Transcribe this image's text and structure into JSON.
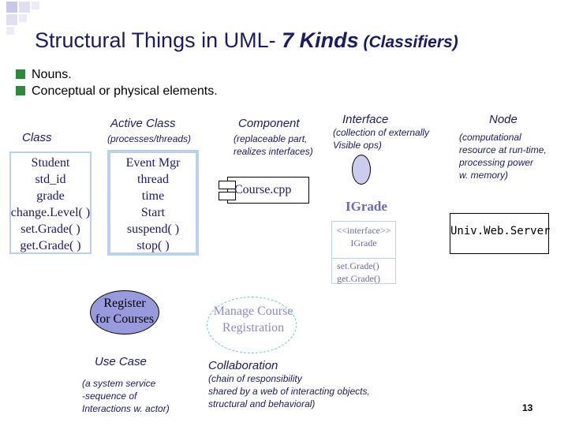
{
  "slide": {
    "title_main": "Structural Things in UML- ",
    "title_emph": "7 Kinds",
    "title_sub": " (Classifiers)",
    "bullets": [
      "Nouns.",
      "Conceptual or physical elements."
    ],
    "page_number": "13"
  },
  "class_section": {
    "label": "Class",
    "lines": [
      "Student",
      "std_id",
      "grade",
      "change.Level( )",
      "set.Grade( )",
      "get.Grade( )"
    ]
  },
  "active_class_section": {
    "label": "Active Class",
    "note": "(processes/threads)",
    "lines": [
      "Event Mgr",
      "thread",
      "time",
      "Start",
      "suspend( )",
      "stop( )"
    ]
  },
  "component_section": {
    "label": "Component",
    "note": [
      "(replaceable part,",
      "realizes interfaces)"
    ],
    "name": "Course.cpp"
  },
  "interface_section": {
    "label": "Interface",
    "note": [
      "(collection of externally",
      "Visible ops)"
    ],
    "name": "IGrade",
    "box_lines": [
      "<<interface>>",
      "IGrade"
    ],
    "ops": [
      "set.Grade()",
      "get.Grade()"
    ]
  },
  "node_section": {
    "label": "Node",
    "note": [
      "(computational",
      "resource at run-time,",
      "processing power",
      "w. memory)"
    ],
    "name": "Univ.Web.Server"
  },
  "use_case_section": {
    "label": "Use Case",
    "name_lines": [
      "Register",
      "for Courses"
    ],
    "note": [
      "(a system service",
      "-sequence of",
      "Interactions w. actor)"
    ]
  },
  "collaboration_section": {
    "label": "Collaboration",
    "name_lines": [
      "Manage Course",
      "Registration"
    ],
    "note": [
      "(chain of responsibility",
      "shared by a web of interacting objects,",
      "structural and behavioral)"
    ]
  },
  "colors": {
    "title": "#1a1a66",
    "bullet": "#2a8b3b",
    "uml_border": "#b9d2ea",
    "use_case_fill": "#9999dd",
    "interface_fill": "#ccccee"
  }
}
